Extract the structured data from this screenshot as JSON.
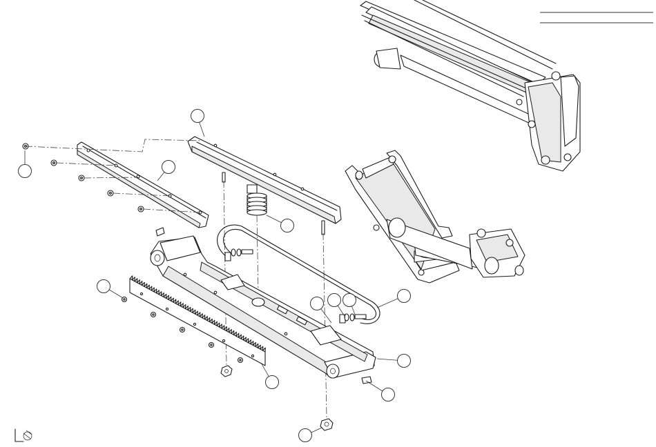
{
  "callouts": [
    {
      "id": "c1",
      "label": ""
    },
    {
      "id": "c2",
      "label": ""
    },
    {
      "id": "c3",
      "label": ""
    },
    {
      "id": "c4",
      "label": ""
    },
    {
      "id": "c5",
      "label": ""
    },
    {
      "id": "c6",
      "label": ""
    },
    {
      "id": "c7",
      "label": ""
    },
    {
      "id": "c8",
      "label": ""
    },
    {
      "id": "c9",
      "label": ""
    },
    {
      "id": "c10",
      "label": ""
    },
    {
      "id": "c11",
      "label": ""
    },
    {
      "id": "c12",
      "label": ""
    },
    {
      "id": "c13",
      "label": ""
    },
    {
      "id": "c14",
      "label": ""
    }
  ],
  "colors": {
    "line": "#1a1a1a",
    "shade": "#e9e9e9",
    "background": "#ffffff"
  },
  "icons": {
    "corner_logo": "tool-logo-icon"
  }
}
